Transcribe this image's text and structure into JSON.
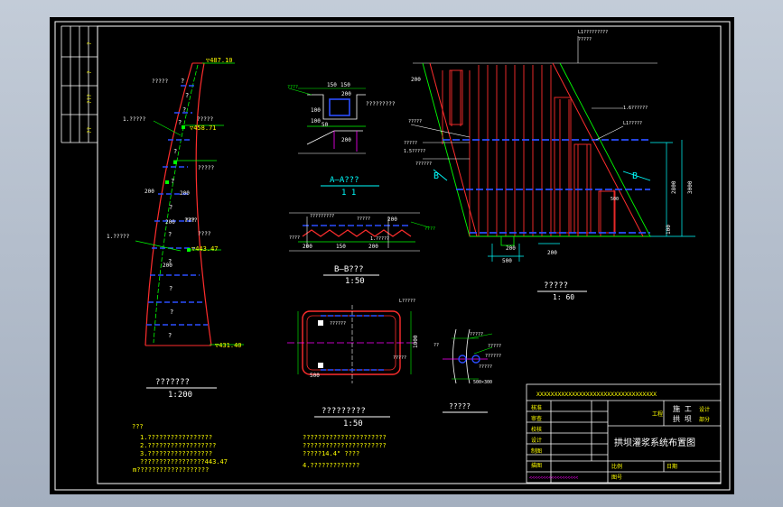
{
  "colors": {
    "background": "#000000",
    "frame": "#ffffff",
    "wall": "#ff2d2d",
    "grout_pipe": "#2a4dff",
    "annotation": "#00ff00",
    "dimension": "#00ffff",
    "label": "#ffffff",
    "note_text": "#ffff00",
    "accent": "#ff00ff"
  },
  "left_section": {
    "elevations": [
      "▽487.10",
      "▽458.71",
      "▽443.47",
      "▽431.40"
    ],
    "labels": [
      "?????",
      "1.?????",
      "?????",
      "?????",
      "????",
      "1.?????",
      "????",
      "?",
      "?",
      "?",
      "?",
      "?",
      "?",
      "?",
      "?",
      "?",
      "?",
      "?",
      "?"
    ],
    "dims": [
      "200",
      "200",
      "200",
      "200",
      "???"
    ],
    "title": "???????",
    "scale": "1:200"
  },
  "section_aa": {
    "title": "A—A???",
    "scale": "1  1",
    "dims": [
      "150",
      "150",
      "200",
      "100",
      "100",
      "50",
      "200"
    ],
    "labels": [
      "????",
      "?????????"
    ]
  },
  "section_bb": {
    "title": "B—B???",
    "scale": "1:50",
    "dims": [
      "200",
      "150",
      "200",
      "200",
      "????"
    ],
    "labels": [
      "?????????",
      "?????",
      "????",
      "1.?????"
    ]
  },
  "grout_detail": {
    "title": "?????????",
    "scale": "1:50",
    "dims": [
      "1000",
      "500"
    ],
    "labels": [
      "L?????",
      "??????",
      "?????"
    ]
  },
  "small_detail": {
    "title": "?????",
    "dims": [
      "500×300"
    ],
    "labels": [
      "?????",
      "?????",
      "??????",
      "?????",
      "??"
    ]
  },
  "elevation_view": {
    "title": "?????",
    "scale": "1: 60",
    "marks": [
      "B",
      "B"
    ],
    "dims": [
      "200",
      "2800",
      "3000",
      "100",
      "500",
      "200",
      "200",
      "500"
    ],
    "labels": [
      "L1?????????",
      "?????",
      "1.6??????",
      "L1?????",
      "?????",
      "?????",
      "1.5?????",
      "??????"
    ]
  },
  "notes": {
    "heading": "???",
    "lines": [
      "1.?????????????????",
      "2.??????????????????",
      "3.?????????????????",
      "?????????????????443.47",
      "m???????????????????"
    ],
    "lines2": [
      "??????????????????????",
      "??????????????????????",
      "?????14.4\" ????",
      "4.?????????????"
    ]
  },
  "title_block": {
    "header": "XXXXXXXXXXXXXXXXXXXXXXXXXXXXXXXXXX",
    "drawing_title": "拱坝灌浆系统布置图",
    "project": "工程",
    "stage1": "施  工",
    "stage1_sub": "设计",
    "stage2": "拱  坝",
    "stage2_sub": "部分",
    "rows": [
      "核准",
      "审查",
      "校核",
      "设计",
      "制图",
      "描图"
    ],
    "scale_label": "比例",
    "date_label": "日期",
    "drawing_no_label": "图号",
    "footer": "<<<<<<<<<<<<<<<<<<"
  },
  "left_strip": {
    "labels": [
      "?",
      "?",
      "???",
      "??"
    ]
  }
}
